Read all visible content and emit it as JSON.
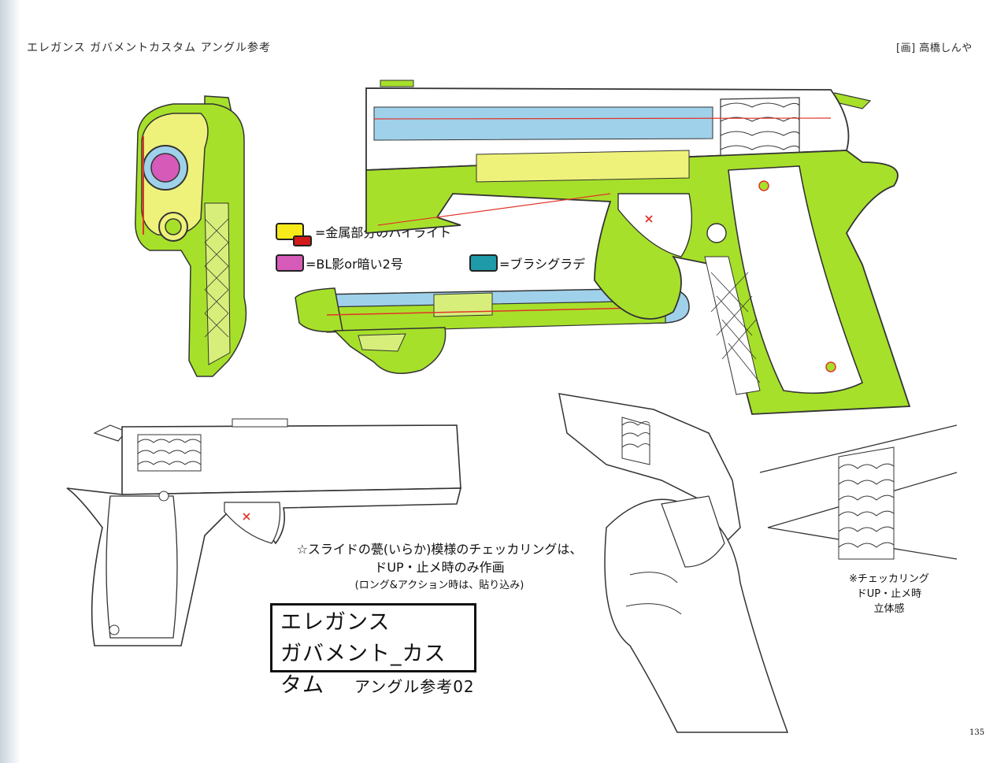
{
  "header": {
    "left_title": "エレガンス ガバメントカスタム アングル参考",
    "right_credit": "[画] 高橋しんや"
  },
  "legend": [
    {
      "label": "=金属部分のハイライト",
      "color": "#f6ea1a",
      "color2": "#d21a1a"
    },
    {
      "label": "=BL影or暗い2号",
      "color": "#d65ab8"
    },
    {
      "label": "=ブラシグラデ",
      "color": "#1e9aa8"
    }
  ],
  "colors": {
    "fill_green": "#a7e02a",
    "highlight_yellow": "#eef27a",
    "shade_blue": "#9fd1ea",
    "line": "#333333",
    "pink": "#d65ab8",
    "red": "#e0342a"
  },
  "notes": {
    "main_line1": "☆スライドの甍(いらか)模様のチェッカリングは、",
    "main_line2": "ドUP・止メ時のみ作画",
    "main_line3": "(ロング&アクション時は、貼り込み)"
  },
  "title_box": {
    "line1": "エレガンス",
    "line2": "ガバメント_カスタム",
    "subtitle": "アングル参考02"
  },
  "side_note": {
    "line1": "※チェッカリング",
    "line2": "ドUP・止メ時",
    "line3": "立体感"
  },
  "icons": {
    "front_view": "pistol-front-view-drawing",
    "top_view": "pistol-top-view-drawing",
    "side_colored": "pistol-side-colored-drawing",
    "side_lineart": "pistol-side-lineart-drawing",
    "hand": "hand-holding-pistol-drawing",
    "checkering": "slide-checkering-detail-drawing"
  },
  "page_number": "135"
}
